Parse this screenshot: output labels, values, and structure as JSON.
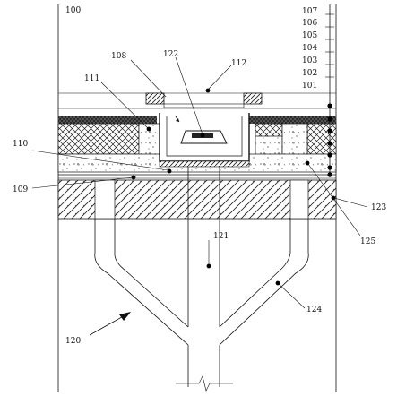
{
  "figure": {
    "title_number": "100",
    "callouts": {
      "r107": "107",
      "r106": "106",
      "r105": "105",
      "r104": "104",
      "r103": "103",
      "r102": "102",
      "r101": "101",
      "r108": "108",
      "r122": "122",
      "r112": "112",
      "r111": "111",
      "r110": "110",
      "r109": "109",
      "r121": "121",
      "r123": "123",
      "r125": "125",
      "r124": "124",
      "r120": "120"
    }
  }
}
